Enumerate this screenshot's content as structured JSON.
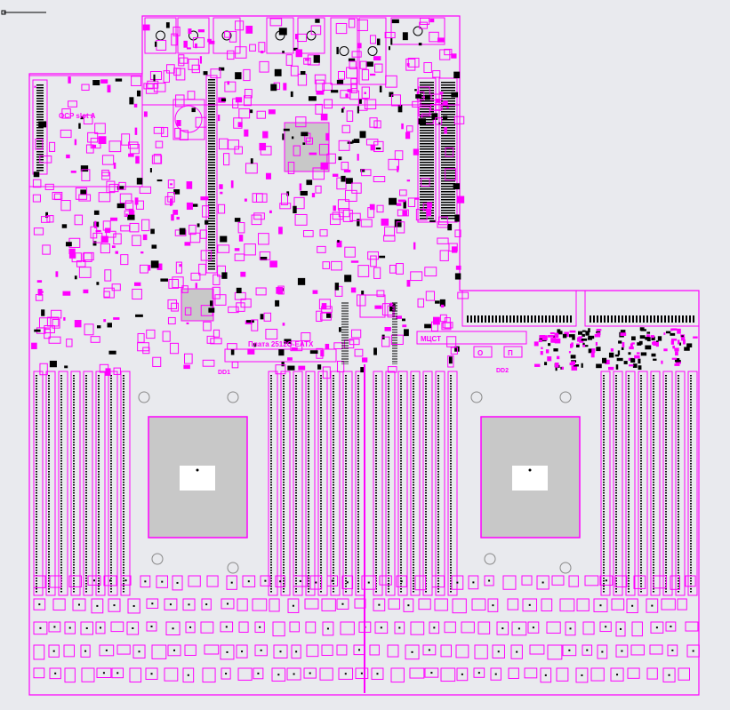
{
  "colors": {
    "background": "#e9eaee",
    "outline": "#ff00ff",
    "pads": "#000000",
    "socket_fill": "#c8c8c8"
  },
  "labels": {
    "ocp_slot": "OCP slot A",
    "board_name": "Плата 2512O-EATX",
    "vendor": "МЦСТ",
    "cpu1": "DD1",
    "cpu2": "DD2",
    "mark_o": "О",
    "mark_p": "П"
  }
}
